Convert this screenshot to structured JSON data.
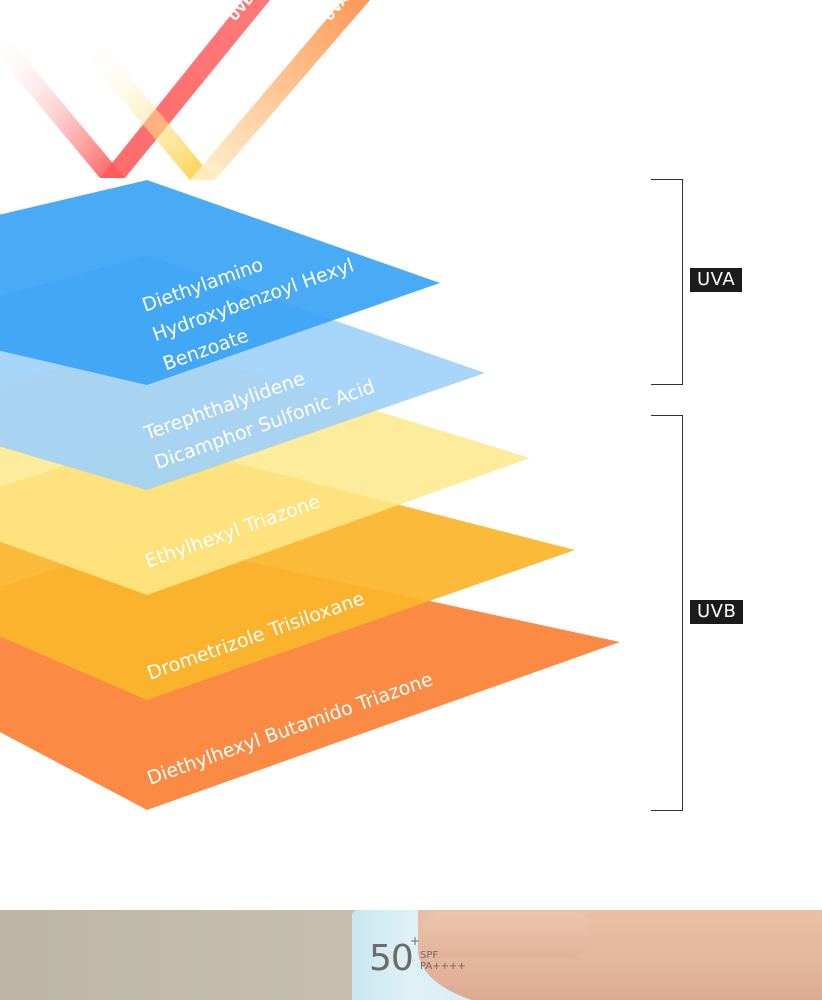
{
  "rays": [
    {
      "label": "UVB",
      "color_a": "#ff4a4a",
      "color_b": "#ffd1d1"
    },
    {
      "label": "UVA",
      "color_a": "#ffb347",
      "color_b": "#fff0c8"
    }
  ],
  "layers": [
    {
      "lines": [
        "Diethylamino",
        "Hydroxybenzoyl Hexyl",
        "Benzoate"
      ],
      "color": "#3aa3f5"
    },
    {
      "lines": [
        "Terephthalylidene",
        "Dicamphor Sulfonic Acid"
      ],
      "color": "#9fd2fb"
    },
    {
      "lines": [
        "Ethylhexyl Triazone"
      ],
      "color": "#fde98a"
    },
    {
      "lines": [
        "Drometrizole Trisiloxane"
      ],
      "color": "#fbb52a"
    },
    {
      "lines": [
        "Diethylhexyl Butamido Triazone"
      ],
      "color": "#fb8a45"
    }
  ],
  "brackets": {
    "uva": {
      "label": "UVA"
    },
    "uvb": {
      "label": "UVB"
    }
  },
  "product": {
    "spf_value": "50",
    "spf_plus": "+",
    "spf_text": "SPF",
    "pa_text": "PA++++"
  }
}
